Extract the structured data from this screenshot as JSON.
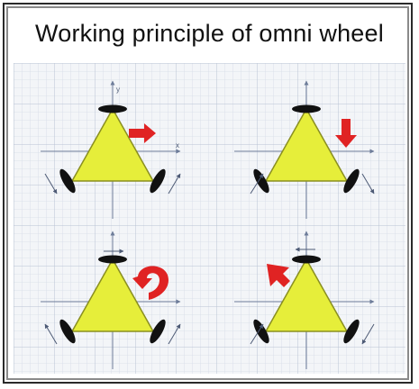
{
  "title": "Working principle of omni wheel",
  "axis_labels": {
    "x": "x",
    "y": "y"
  },
  "colors": {
    "triangle_fill": "#e6ee3a",
    "triangle_stroke": "#8a8f20",
    "arrow_red": "#e02323",
    "wheel": "#111111",
    "grid_minor": "#d5dbe6",
    "grid_major": "#b9c2d3",
    "axis": "#6d7c99",
    "title_text": "#111111"
  },
  "panels": [
    {
      "id": "top-left",
      "motion": "right"
    },
    {
      "id": "top-right",
      "motion": "down"
    },
    {
      "id": "bottom-left",
      "motion": "rotate"
    },
    {
      "id": "bottom-right",
      "motion": "up-left"
    }
  ]
}
